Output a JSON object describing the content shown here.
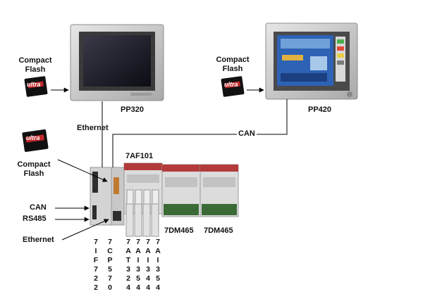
{
  "labels": {
    "cf_top_left": [
      "Compact",
      "Flash"
    ],
    "cf_top_right": [
      "Compact",
      "Flash"
    ],
    "cf_mid_left": [
      "Compact",
      "Flash"
    ],
    "pp320": "PP320",
    "pp420": "PP420",
    "ethernet_top": "Ethernet",
    "can_bus": "CAN",
    "module_7af101": "7AF101",
    "port_can": "CAN",
    "port_rs485": "RS485",
    "port_ethernet": "Ethernet",
    "module_7dm465_a": "7DM465",
    "module_7dm465_b": "7DM465",
    "card_brand": "ultra"
  },
  "module_codes": [
    [
      "7",
      "I",
      "F",
      "7",
      "2",
      "2"
    ],
    [
      "7",
      "C",
      "P",
      "5",
      "7",
      "0"
    ],
    [
      "7",
      "A",
      "T",
      "3",
      "2",
      "4"
    ],
    [
      "7",
      "A",
      "I",
      "3",
      "5",
      "4"
    ],
    [
      "7",
      "A",
      "I",
      "3",
      "4",
      "4"
    ],
    [
      "7",
      "A",
      "I",
      "3",
      "5",
      "4"
    ]
  ],
  "colors": {
    "line": "#000000",
    "panel_frame": "#c8c8c8",
    "screen_dark": "#1a1a24",
    "screen_blue": "#2d62b5",
    "card_black": "#111111",
    "card_red": "#c0282c",
    "module_gray": "#d6d6d6",
    "terminal_green": "#3a6a36",
    "header_red": "#b23a3a"
  }
}
